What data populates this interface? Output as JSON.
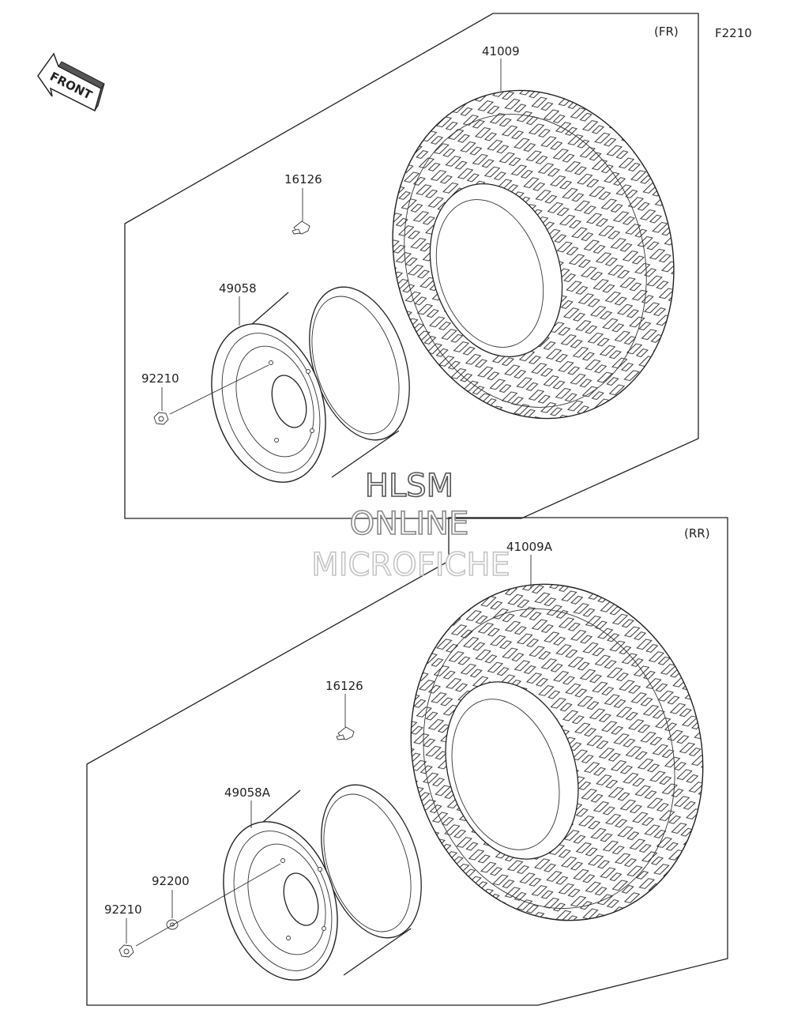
{
  "figure_code": "F2210",
  "front_arrow_label": "FRONT",
  "watermark": [
    "HLSM",
    "ONLINE",
    "MICROFICHE"
  ],
  "panels": {
    "front": {
      "tag": "(FR)",
      "parts": {
        "tire": "41009",
        "valve": "16126",
        "wheel": "49058",
        "nut": "92210"
      }
    },
    "rear": {
      "tag": "(RR)",
      "parts": {
        "tire": "41009A",
        "valve": "16126",
        "wheel": "49058A",
        "washer": "92200",
        "nut": "92210"
      }
    }
  }
}
